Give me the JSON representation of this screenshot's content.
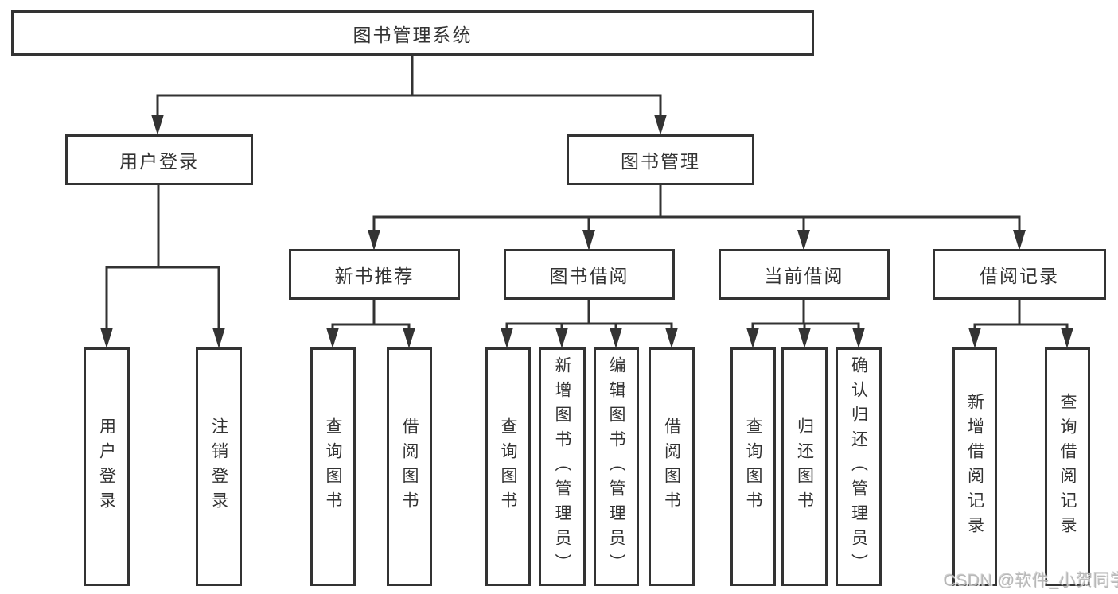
{
  "diagram": {
    "root": {
      "label": "图书管理系统"
    },
    "level2": {
      "user_login": {
        "label": "用户登录"
      },
      "book_management": {
        "label": "图书管理"
      }
    },
    "level3": {
      "new_book_recommend": {
        "label": "新书推荐"
      },
      "book_borrowing": {
        "label": "图书借阅"
      },
      "current_borrowing": {
        "label": "当前借阅"
      },
      "borrowing_records": {
        "label": "借阅记录"
      }
    },
    "leaves": {
      "user_login": {
        "label": "用户登录"
      },
      "logout": {
        "label": "注销登录"
      },
      "recommend_query_books": {
        "label": "查询图书"
      },
      "recommend_borrow_books": {
        "label": "借阅图书"
      },
      "borrowing_query_books": {
        "label": "查询图书"
      },
      "borrowing_add_books": {
        "label": "新增图书（管理员）"
      },
      "borrowing_edit_books": {
        "label": "编辑图书（管理员）"
      },
      "borrowing_borrow_books": {
        "label": "借阅图书"
      },
      "current_query_books": {
        "label": "查询图书"
      },
      "current_return_books": {
        "label": "归还图书"
      },
      "current_confirm_return": {
        "label": "确认归还（管理员）"
      },
      "records_add_record": {
        "label": "新增借阅记录"
      },
      "records_query_record": {
        "label": "查询借阅记录"
      }
    }
  },
  "watermark": {
    "text": "CSDN @软件_小贺同学"
  },
  "colors": {
    "line": "#333333",
    "border": "#333333",
    "text": "#333333",
    "background": "#ffffff",
    "watermark": "#b8b8b8"
  }
}
